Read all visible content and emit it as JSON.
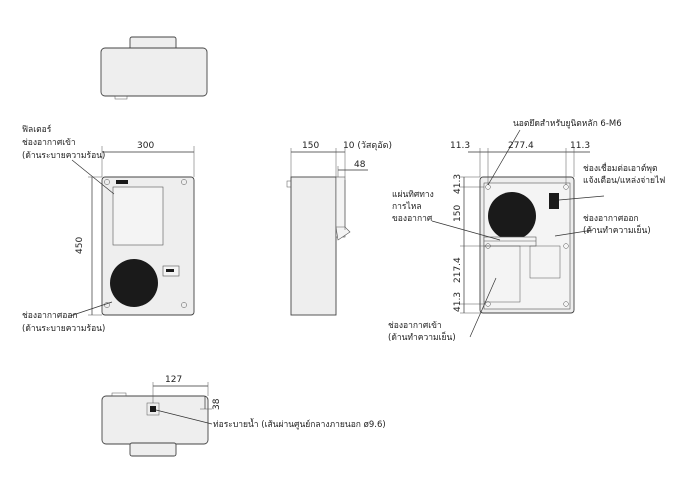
{
  "front_view": {
    "filter_label": [
      "ฟิลเตอร์",
      "ช่องอากาศเข้า",
      "(ด้านระบายความร้อน)"
    ],
    "outlet_label": [
      "ช่องอากาศออก",
      "(ด้านระบายความร้อน)"
    ],
    "width_dim": "300",
    "height_dim": "450"
  },
  "side_view": {
    "depth_dim": "150",
    "protrusion_dim": "10 (วัสดุอัด)",
    "offset_dim": "48"
  },
  "back_view": {
    "mount_label": "นอตยึดสำหรับยูนิตหลัก 6-M6",
    "left_margin_dim": "11.3",
    "center_dim": "277.4",
    "right_margin_dim": "11.3",
    "connector_label": [
      "ช่องเชื่อมต่อเอาต์พุต",
      "แจ้งเตือน/แหล่งจ่ายไฟ"
    ],
    "plate_label": [
      "แผ่นทิศทาง",
      "การไหล",
      "ของอากาศ"
    ],
    "cold_outlet_label": [
      "ช่องอากาศออก",
      "(ด้านทำความเย็น)"
    ],
    "cold_inlet_label": [
      "ช่องอากาศเข้า",
      "(ด้านทำความเย็น)"
    ],
    "v_dims": [
      "41.3",
      "150",
      "217.4",
      "41.3"
    ]
  },
  "bottom_view": {
    "width_dim": "127",
    "depth_dim": "38",
    "drain_label": "ท่อระบายน้ำ (เส้นผ่านศูนย์กลางภายนอก ø9.6)"
  }
}
